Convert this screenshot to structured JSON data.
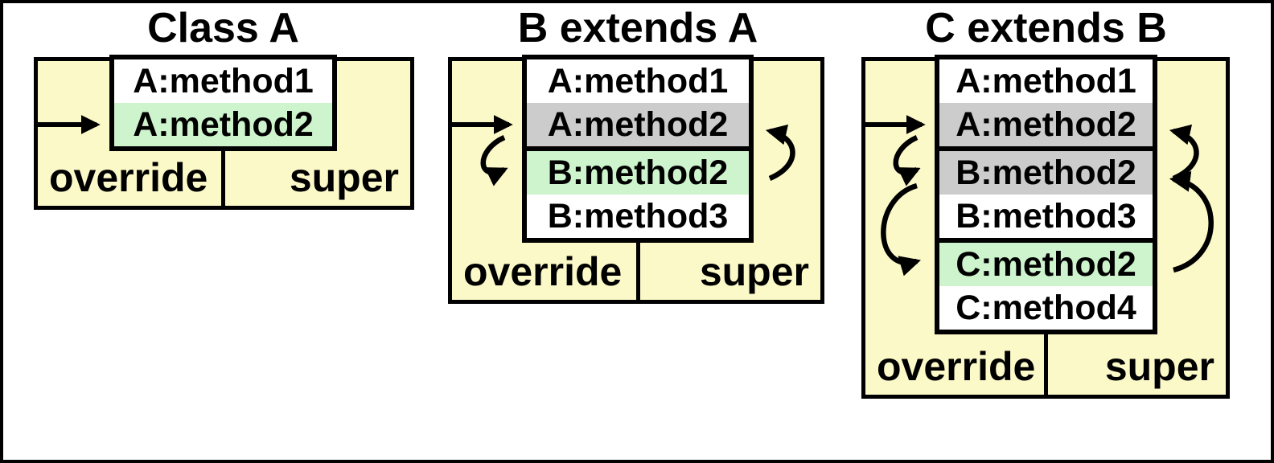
{
  "figure": {
    "panels": [
      {
        "title": "Class A",
        "groups": [
          {
            "class": "A",
            "rows": [
              {
                "label": "A:method1",
                "state": "plain"
              },
              {
                "label": "A:method2",
                "state": "active"
              }
            ]
          }
        ],
        "bottom": {
          "left": "override",
          "right": "super"
        },
        "arrows": [
          {
            "type": "entry",
            "target": "A:method2"
          }
        ]
      },
      {
        "title": "B extends A",
        "groups": [
          {
            "class": "A",
            "rows": [
              {
                "label": "A:method1",
                "state": "plain"
              },
              {
                "label": "A:method2",
                "state": "overridden"
              }
            ]
          },
          {
            "class": "B",
            "rows": [
              {
                "label": "B:method2",
                "state": "active"
              },
              {
                "label": "B:method3",
                "state": "plain"
              }
            ]
          }
        ],
        "bottom": {
          "left": "override",
          "right": "super"
        },
        "arrows": [
          {
            "type": "entry",
            "target": "A:method2"
          },
          {
            "type": "override",
            "from": "A:method2",
            "to": "B:method2"
          },
          {
            "type": "super",
            "from": "B:method2",
            "to": "A:method2"
          }
        ]
      },
      {
        "title": "C extends B",
        "groups": [
          {
            "class": "A",
            "rows": [
              {
                "label": "A:method1",
                "state": "plain"
              },
              {
                "label": "A:method2",
                "state": "overridden"
              }
            ]
          },
          {
            "class": "B",
            "rows": [
              {
                "label": "B:method2",
                "state": "overridden"
              },
              {
                "label": "B:method3",
                "state": "plain"
              }
            ]
          },
          {
            "class": "C",
            "rows": [
              {
                "label": "C:method2",
                "state": "active"
              },
              {
                "label": "C:method4",
                "state": "plain"
              }
            ]
          }
        ],
        "bottom": {
          "left": "override",
          "right": "super"
        },
        "arrows": [
          {
            "type": "entry",
            "target": "A:method2"
          },
          {
            "type": "override",
            "from": "A:method2",
            "to": "B:method2"
          },
          {
            "type": "override",
            "from": "B:method2",
            "to": "C:method2"
          },
          {
            "type": "super",
            "from": "B:method2",
            "to": "A:method2"
          },
          {
            "type": "super",
            "from": "C:method2",
            "to": "B:method2"
          }
        ]
      }
    ],
    "colors": {
      "panel_bg": "#fcf9c9",
      "row_plain": "#ffffff",
      "row_overridden": "#cccccc",
      "row_active": "#cdf4cd",
      "line": "#000000"
    }
  }
}
